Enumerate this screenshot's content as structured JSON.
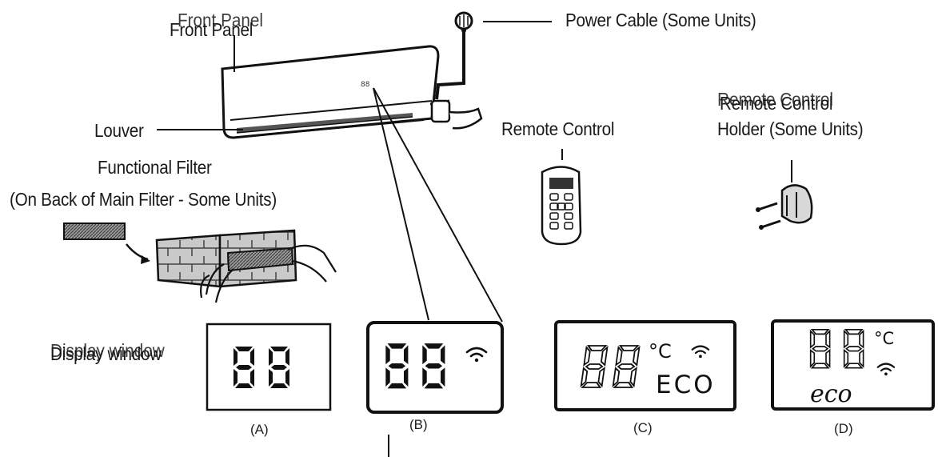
{
  "labels": {
    "front_panel": "Front Panel",
    "power_cable": "Power Cable (Some Units)",
    "louver": "Louver",
    "remote_control": "Remote Control",
    "remote_holder_line1": "Remote Control",
    "remote_holder_line2": "Holder (Some Units)",
    "functional_filter_line1": "Functional Filter",
    "functional_filter_line2": "(On Back of Main Filter - Some Units)",
    "display_window": "Display window",
    "unit_display_digits": "88"
  },
  "displays": [
    {
      "caption": "(A)",
      "digits": "88"
    },
    {
      "caption": "(B)",
      "digits": "88"
    },
    {
      "caption": "(C)",
      "digits": "88",
      "unit": "°C",
      "mode": "ECO"
    },
    {
      "caption": "(D)",
      "digits": "88",
      "unit": "°C",
      "mode": "eco"
    }
  ],
  "colors": {
    "ink": "#111111",
    "background": "#ffffff",
    "fill_gray": "#cfcfcf"
  }
}
